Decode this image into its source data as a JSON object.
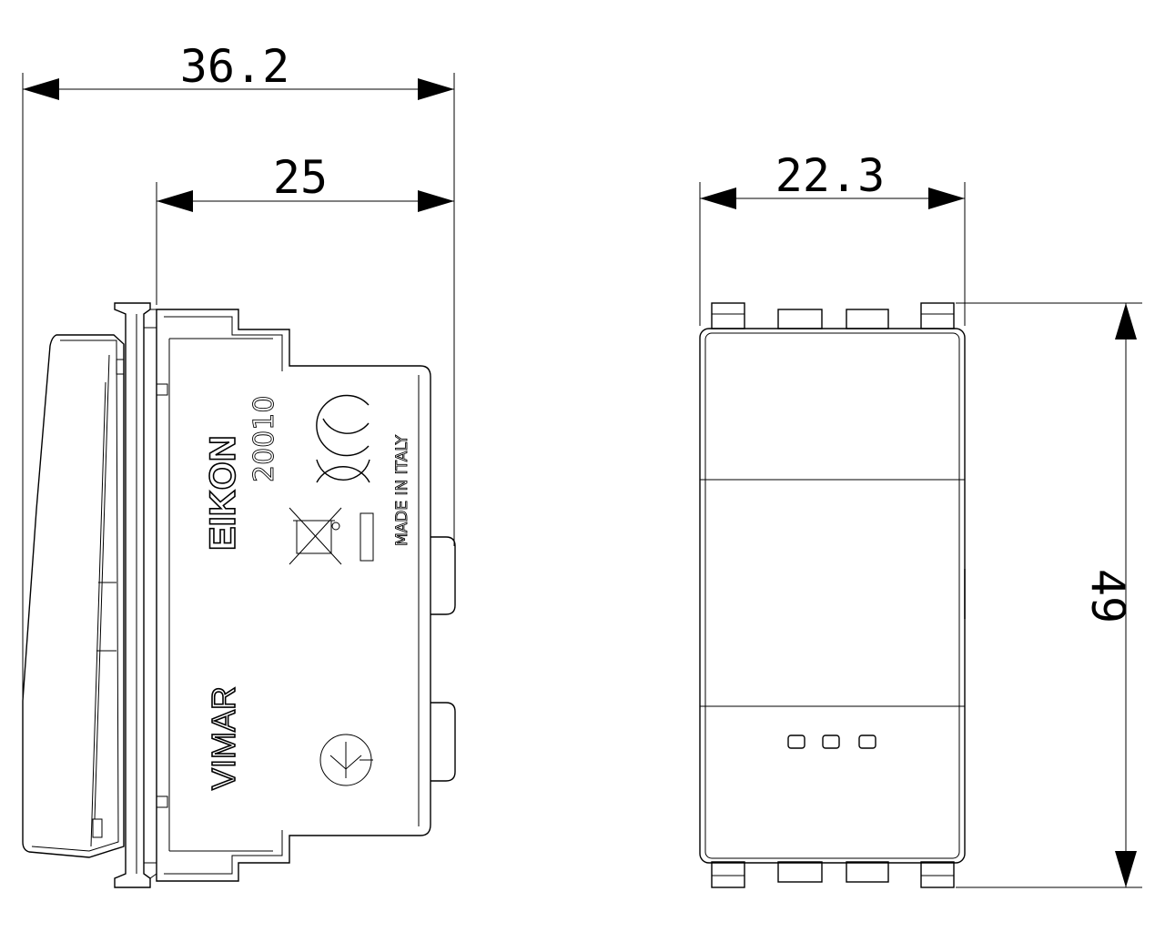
{
  "dimensions": {
    "side_total_width": "36.2",
    "side_body_width": "25",
    "front_width": "22.3",
    "front_height": "49"
  },
  "markings": {
    "brand_series": "EIKON",
    "article_code": "20010",
    "manufacturer": "VIMAR",
    "origin": "MADE IN ITALY"
  }
}
